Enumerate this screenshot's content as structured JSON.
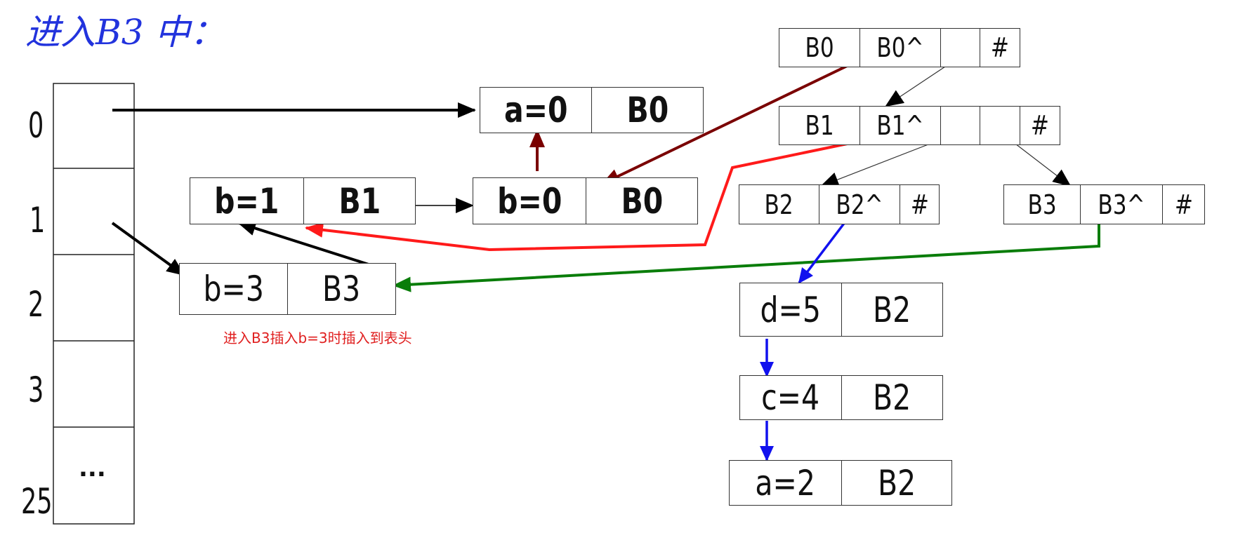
{
  "title": "进入B3 中：",
  "note": "进入B3插入b=3时插入到表头",
  "index_labels": [
    "0",
    "1",
    "2",
    "3",
    "25"
  ],
  "ellipsis": "...",
  "nodes": {
    "a0": {
      "name": "a=0",
      "scope": "B0"
    },
    "b1": {
      "name": "b=1",
      "scope": "B1"
    },
    "b0": {
      "name": "b=0",
      "scope": "B0"
    },
    "b3": {
      "name": "b=3",
      "scope": "B3"
    },
    "d5": {
      "name": "d=5",
      "scope": "B2"
    },
    "c4": {
      "name": "c=4",
      "scope": "B2"
    },
    "a2": {
      "name": "a=2",
      "scope": "B2"
    }
  },
  "blocks": {
    "B0": {
      "name": "B0",
      "ptr": "B0^",
      "end": "#"
    },
    "B1": {
      "name": "B1",
      "ptr": "B1^",
      "end": "#"
    },
    "B2": {
      "name": "B2",
      "ptr": "B2^",
      "end": "#"
    },
    "B3": {
      "name": "B3",
      "ptr": "B3^",
      "end": "#"
    }
  },
  "colors": {
    "title": "#2233dd",
    "note": "#e02020",
    "arrow_black": "#000000",
    "arrow_darkred": "#7a0000",
    "arrow_red": "#ff1a1a",
    "arrow_green": "#0a7d0a",
    "arrow_blue": "#1111ee"
  }
}
